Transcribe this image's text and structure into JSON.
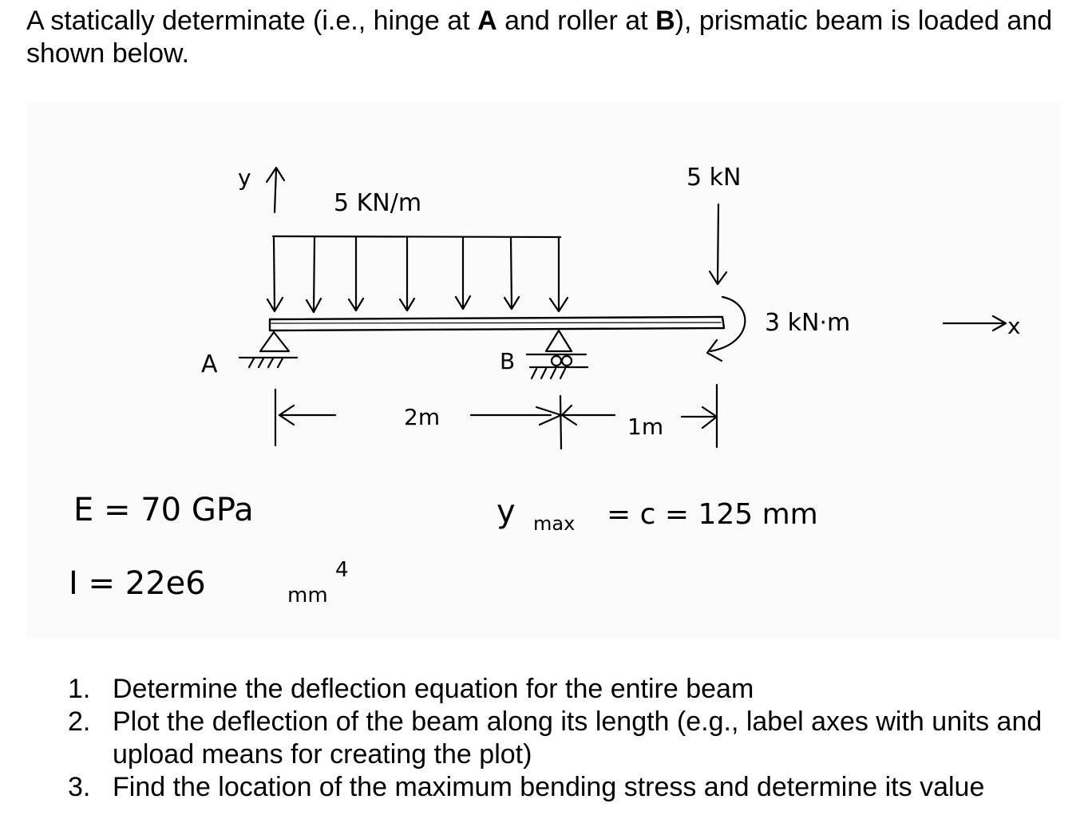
{
  "problem": {
    "intro_part1": "A statically determinate (i.e., hinge at ",
    "support_a": "A",
    "intro_part2": " and roller at ",
    "support_b": "B",
    "intro_part3": "), prismatic beam is loaded and shown below."
  },
  "figure": {
    "y_axis_label": "y",
    "x_axis_label": "x",
    "distributed_load": "5 KN/m",
    "point_load": "5 kN",
    "moment": "3 kN·m",
    "support_a_label": "A",
    "support_b_label": "B",
    "span_ab": "2m",
    "span_overhang": "1m",
    "modulus": "E = 70 GPa",
    "inertia_value": "I = 22e6",
    "inertia_unit": "mm",
    "inertia_exponent": "4",
    "ymax_symbol": "y",
    "ymax_subscript": "max",
    "ymax_value": "= c = 125 mm"
  },
  "tasks": [
    {
      "number": "1.",
      "text": "Determine the deflection equation for the entire beam"
    },
    {
      "number": "2.",
      "text": "Plot the deflection of the beam along its length (e.g., label axes with units and upload means for creating the plot)"
    },
    {
      "number": "3.",
      "text": "Find the location of the maximum bending stress and determine its value"
    }
  ]
}
